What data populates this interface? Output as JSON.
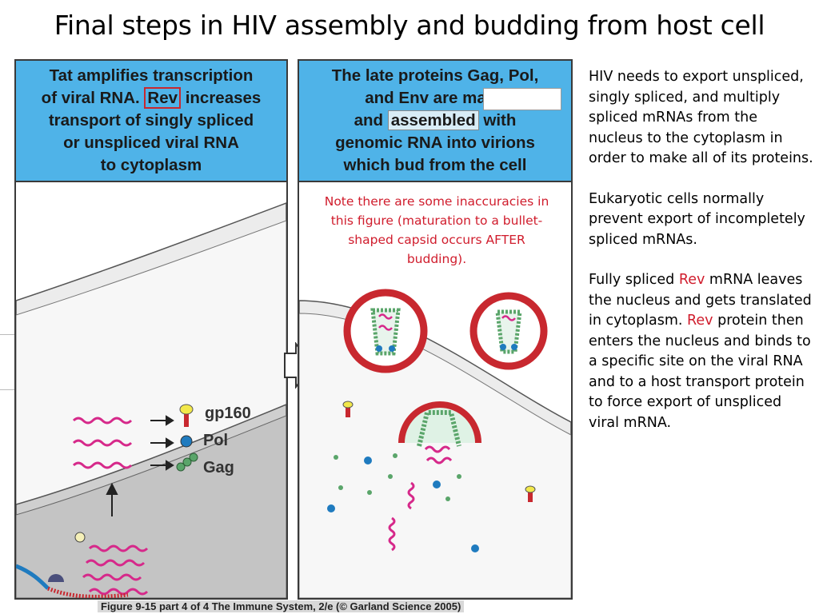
{
  "title": "Final steps in HIV assembly and budding from host cell",
  "left_panel": {
    "header_parts": [
      "Tat amplifies transcription",
      "of viral RNA. ",
      "Rev",
      " increases",
      "transport of singly spliced",
      "or unspliced viral RNA",
      "to cytoplasm"
    ],
    "legend": {
      "gp160": "gp160",
      "pol": "Pol",
      "gag": "Gag"
    }
  },
  "right_panel": {
    "header_parts": [
      "The late proteins Gag, Pol,",
      "and Env are made",
      "and ",
      "assembled",
      " with",
      "genomic RNA into virions",
      "which bud from the cell"
    ],
    "note": "Note there are some inaccuracies in this figure (maturation to a bullet-shaped capsid occurs AFTER budding)."
  },
  "side_text": {
    "p1": "HIV needs to export unspliced, singly spliced, and multiply spliced mRNAs from the nucleus to the cytoplasm in order to make all of its proteins.",
    "p2": "Eukaryotic cells normally prevent export of incompletely spliced mRNAs.",
    "p3_a": "Fully spliced ",
    "p3_rev1": "Rev",
    "p3_b": " mRNA leaves the nucleus and gets translated in cytoplasm. ",
    "p3_rev2": "Rev",
    "p3_c": " protein then enters the nucleus and binds to a specific site on the viral RNA and to a host transport protein to force export of unspliced viral mRNA."
  },
  "caption": "Figure 9-15 part 4 of 4  The Immune System, 2/e (© Garland Science 2005)",
  "colors": {
    "header_blue": "#4fb3e8",
    "membrane_grey": "#e4e4e4",
    "nucleus_grey": "#c9c9c9",
    "rna_magenta": "#d6298a",
    "envelope_red": "#c8282f",
    "spike_yellow": "#f2e84a",
    "pol_blue": "#1f7bbf",
    "gag_green": "#5aa56a",
    "note_red": "#d01c2c"
  }
}
